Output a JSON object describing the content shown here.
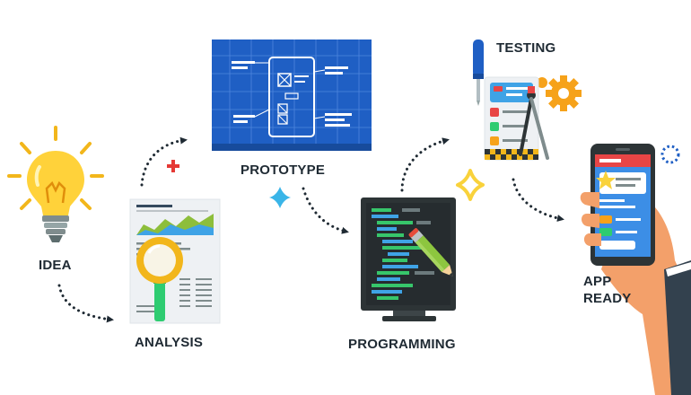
{
  "stages": {
    "idea": "IDEA",
    "analysis": "ANALYSIS",
    "prototype": "PROTOTYPE",
    "programming": "PROGRAMMING",
    "testing": "TESTING",
    "app_ready_line1": "APP",
    "app_ready_line2": "READY"
  },
  "icons": [
    "light-bulb-icon",
    "magnifier-icon",
    "blueprint-icon",
    "code-monitor-icon",
    "pencil-icon",
    "screwdriver-icon",
    "gear-icon",
    "compass-icon",
    "smartphone-icon",
    "hand-icon",
    "star-icon",
    "sparkle-icon",
    "plus-icon"
  ],
  "colors": {
    "blueprint": "#1f5fc4",
    "bulb": "#ffd23a",
    "monitor": "#2d3436",
    "code_green": "#37c66b",
    "code_blue": "#3fa3e6",
    "magnifier": "#f2b61b",
    "gear": "#f6a21a",
    "phone_screen": "#3c8ee6",
    "phone_header": "#e84545",
    "skin": "#f3a06a",
    "sleeve": "#33414e",
    "arrow": "#1f2a33",
    "plus_red": "#e53935",
    "sparkle_blue": "#3ab5e8",
    "sparkle_yellow": "#f9d23b"
  }
}
